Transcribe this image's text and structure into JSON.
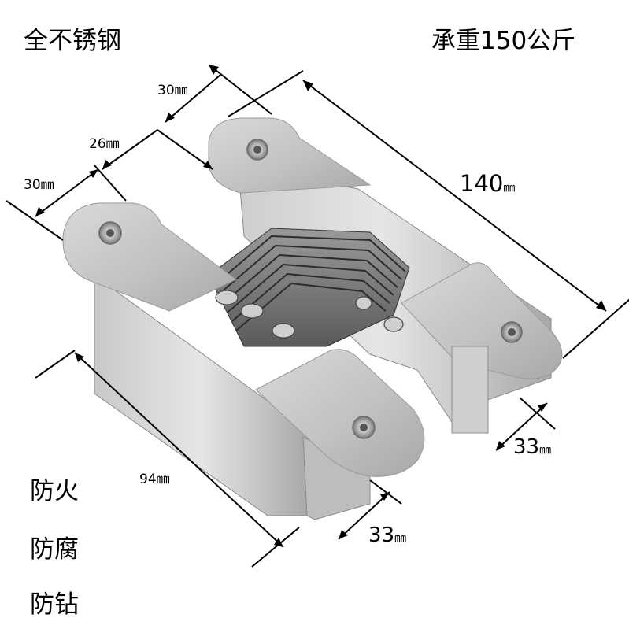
{
  "title_left": "全不锈钢",
  "title_right": "承重150公斤",
  "features": [
    "防火",
    "防腐",
    "防钻"
  ],
  "dimensions": {
    "top_a": "30㎜",
    "top_b": "26㎜",
    "top_c": "30㎜",
    "length_num": "140",
    "length_unit": "㎜",
    "depth_num": "94㎜",
    "height_right_num": "33",
    "height_right_unit": "㎜",
    "height_front_num": "33",
    "height_front_unit": "㎜"
  },
  "colors": {
    "steel_light": "#d8d8d8",
    "steel_mid": "#b4b4b4",
    "steel_dark": "#6e6e6e",
    "shadow": "#3a3a3a"
  }
}
